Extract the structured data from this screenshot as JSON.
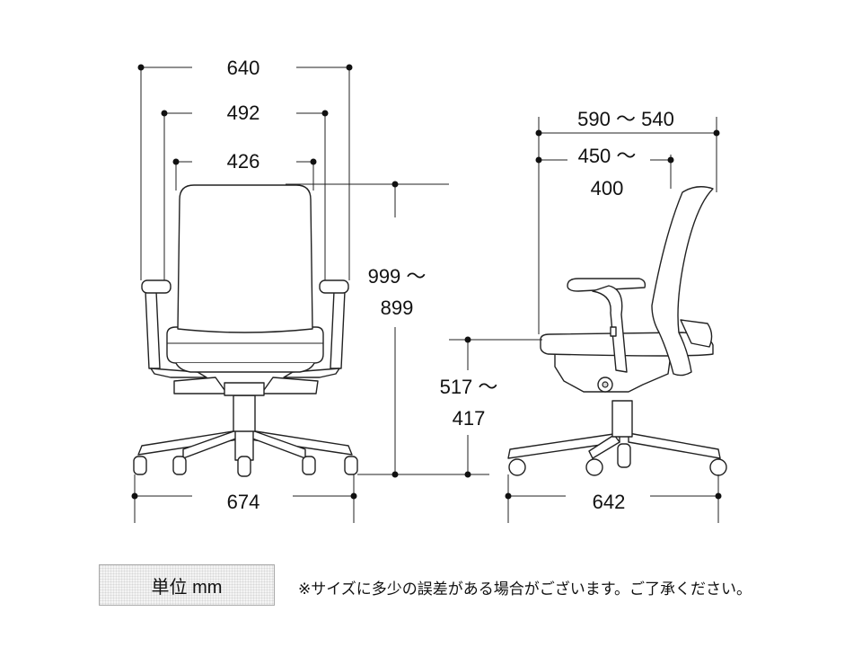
{
  "front_view": {
    "overall_width": "640",
    "arm_width": "492",
    "back_width": "426",
    "base_width": "674"
  },
  "side_view": {
    "overall_depth": "590 〜 540",
    "seat_depth_line1": "450 〜",
    "seat_depth_line2": "400",
    "height_line1": "999 〜",
    "height_line2": "899",
    "seat_height_line1": "517 〜",
    "seat_height_line2": "417",
    "base_depth": "642"
  },
  "unit_label": "単位 mm",
  "note": "※サイズに多少の誤差がある場合がございます。ご了承ください。"
}
